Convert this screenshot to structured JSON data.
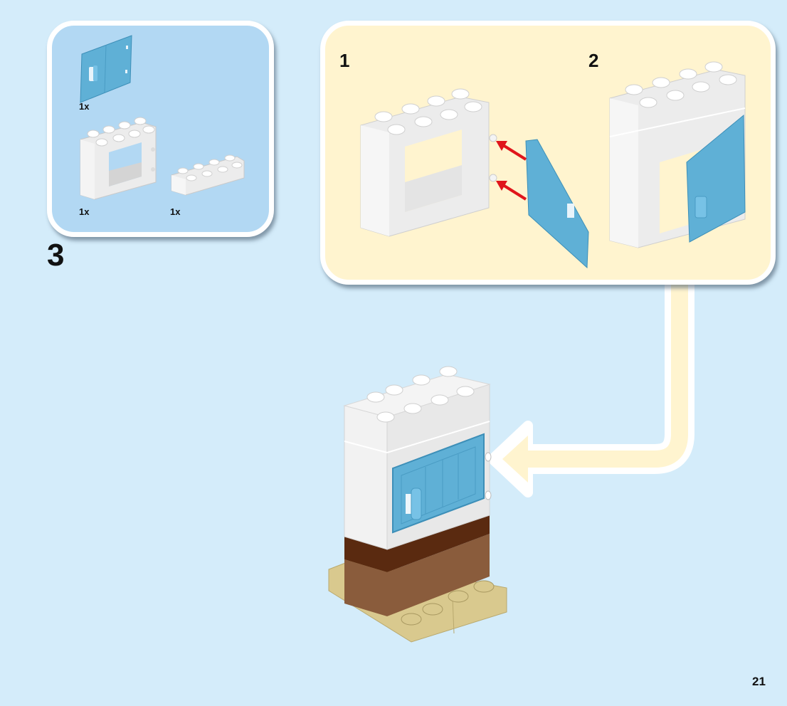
{
  "page": {
    "page_number": "21",
    "step_number": "3"
  },
  "parts_list": {
    "items": [
      {
        "name": "blue door",
        "quantity": "1x",
        "icon": "door-part-icon"
      },
      {
        "name": "white 2x4 window frame brick",
        "quantity": "1x",
        "icon": "window-frame-brick-icon"
      },
      {
        "name": "white 2x4 brick",
        "quantity": "1x",
        "icon": "brick-2x4-icon"
      }
    ]
  },
  "sub_assembly": {
    "steps": [
      {
        "number": "1",
        "description": "Attach door to hinge pins of window frame"
      },
      {
        "number": "2",
        "description": "Place 2x4 brick on top of frame with door attached"
      }
    ]
  },
  "colors": {
    "background": "#d4ecfa",
    "parts_box": "#b2d8f3",
    "sub_box": "#fff4cf",
    "door_blue": "#5fb0d6",
    "arrow_red": "#e0151b",
    "brown_dark": "#5a2a10",
    "brown": "#8a5c3c",
    "tan": "#d9c98e"
  }
}
